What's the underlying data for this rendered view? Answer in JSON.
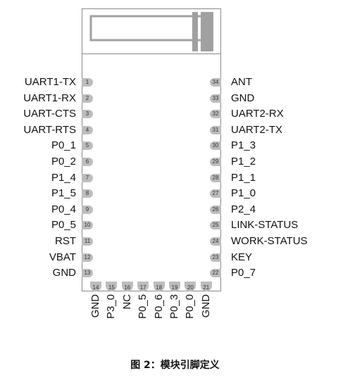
{
  "module": {
    "left_pins": [
      {
        "num": "1",
        "label": "UART1-TX"
      },
      {
        "num": "2",
        "label": "UART1-RX"
      },
      {
        "num": "3",
        "label": "UART-CTS"
      },
      {
        "num": "4",
        "label": "UART-RTS"
      },
      {
        "num": "5",
        "label": "P0_1"
      },
      {
        "num": "6",
        "label": "P0_2"
      },
      {
        "num": "7",
        "label": "P1_4"
      },
      {
        "num": "8",
        "label": "P1_5"
      },
      {
        "num": "9",
        "label": "P0_4"
      },
      {
        "num": "10",
        "label": "P0_5"
      },
      {
        "num": "11",
        "label": "RST"
      },
      {
        "num": "12",
        "label": "VBAT"
      },
      {
        "num": "13",
        "label": "GND"
      }
    ],
    "right_pins": [
      {
        "num": "34",
        "label": "ANT"
      },
      {
        "num": "33",
        "label": "GND"
      },
      {
        "num": "32",
        "label": "UART2-RX"
      },
      {
        "num": "31",
        "label": "UART2-TX"
      },
      {
        "num": "30",
        "label": "P1_3"
      },
      {
        "num": "29",
        "label": "P1_2"
      },
      {
        "num": "28",
        "label": "P1_1"
      },
      {
        "num": "27",
        "label": "P1_0"
      },
      {
        "num": "26",
        "label": "P2_4"
      },
      {
        "num": "25",
        "label": "LINK-STATUS"
      },
      {
        "num": "24",
        "label": "WORK-STATUS"
      },
      {
        "num": "23",
        "label": "KEY"
      },
      {
        "num": "22",
        "label": "P0_7"
      }
    ],
    "bottom_pins": [
      {
        "num": "14",
        "label": "GND"
      },
      {
        "num": "15",
        "label": "P3_0"
      },
      {
        "num": "16",
        "label": "NC"
      },
      {
        "num": "17",
        "label": "P0_5"
      },
      {
        "num": "18",
        "label": "P0_6"
      },
      {
        "num": "19",
        "label": "P0_3"
      },
      {
        "num": "20",
        "label": "P0_0"
      },
      {
        "num": "21",
        "label": "GND"
      }
    ]
  },
  "caption": "图 2：模块引脚定义",
  "colors": {
    "pad": "#bdbdbd",
    "outline": "#8a8a8a",
    "antenna": "#a0a0a0"
  }
}
